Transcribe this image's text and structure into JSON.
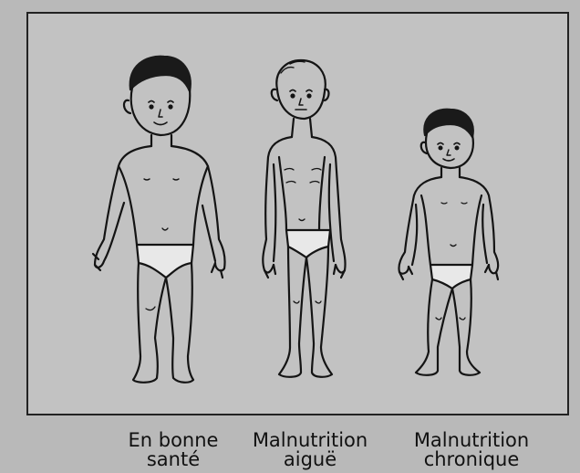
{
  "figure": {
    "panels": [
      {
        "id": "healthy",
        "caption": "En bonne\nsanté"
      },
      {
        "id": "acute",
        "caption": "Malnutrition\naiguë"
      },
      {
        "id": "chronic",
        "caption": "Malnutrition\nchronique"
      }
    ]
  }
}
